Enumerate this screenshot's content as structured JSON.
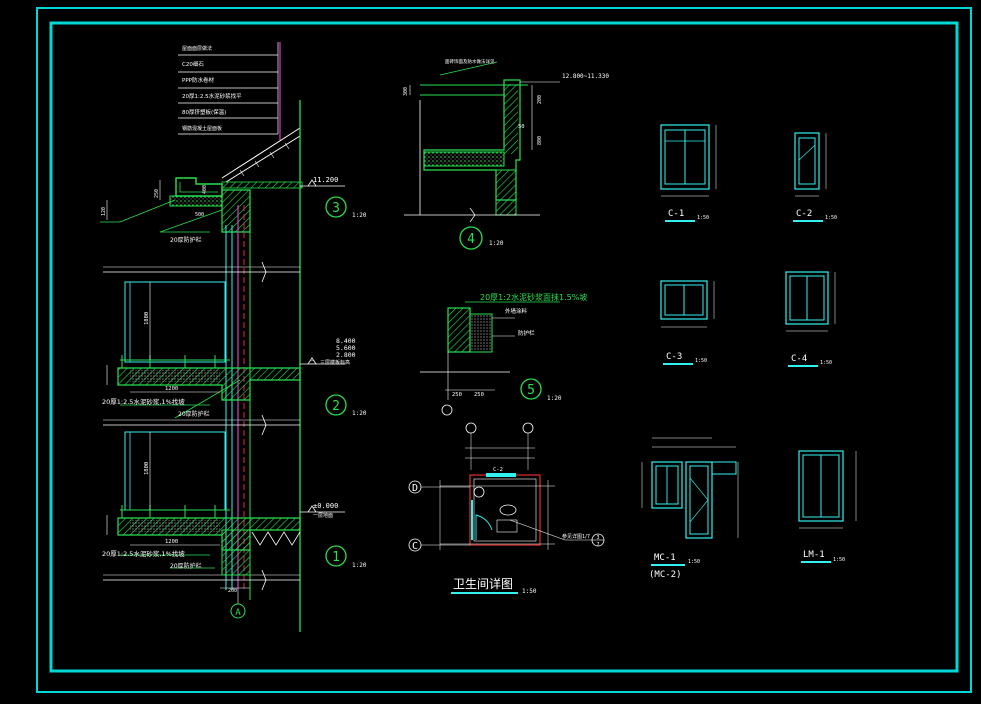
{
  "colors": {
    "frame": "#00d8d8",
    "wall": "#2adf4f",
    "white": "#ffffff",
    "cyan": "#33f0f0",
    "magenta": "#d040c0",
    "red": "#e03030",
    "yellow": "#e8e800",
    "hatch": "#1e9a3a"
  },
  "section": {
    "roof_notes": [
      "屋面面层做法",
      "C20细石",
      "PPP防水卷材",
      "20厚1:2.5水泥砂浆找平",
      "80厚挤塑板(保温)",
      "钢筋混凝土屋面板"
    ],
    "elev_roof": "11.200",
    "mark_3": "3",
    "scale_3": "1:20",
    "mark_2": "2",
    "scale_2": "1:20",
    "mark_1": "1",
    "scale_1": "1:20",
    "elev_mid": [
      "8.400",
      "5.600",
      "2.800"
    ],
    "elev_mid_note": "二、三层楼板标高",
    "elev_ground": "±0.000",
    "elev_ground_note": "一层地面",
    "note_20_a": "20厚防护栏",
    "note_mortar_2": "20厚1:2.5水泥砂浆,1%找坡",
    "note_20_b": "20厚防护栏",
    "note_mortar_1": "20厚1:2.5水泥砂浆,1%找坡",
    "note_20_c": "20厚防护栏",
    "dim_1200_a": "1200",
    "dim_1200_b": "1200",
    "dim_1800_a": "1800",
    "dim_1800_b": "1800",
    "dim_500": "500",
    "dim_250": "250",
    "dim_120": "120",
    "dim_400": "400",
    "dim_200": "200",
    "axis_a": "A"
  },
  "detail4": {
    "note": "面砖饰面及防水做法详见",
    "elev": "12.800~11.330",
    "dim_300": "300",
    "dim_200": "200",
    "dim_50": "50",
    "dim_800": "800",
    "mark": "4",
    "scale": "1:20"
  },
  "detail5": {
    "note1": "20厚1:2水泥砂浆面抹1.5%坡",
    "note2": "外墙涂料",
    "note3": "防护栏",
    "dim_250a": "250",
    "dim_250b": "250",
    "mark": "5",
    "scale": "1:20"
  },
  "bathroom": {
    "axis_d": "D",
    "axis_c": "C",
    "callout": "C-2",
    "note": "参见详图1/7",
    "index_top": "3",
    "index_bottom": "7",
    "title": "卫生间详图",
    "scale": "1:50"
  },
  "windows": [
    {
      "name": "C-1",
      "scale": "1:50"
    },
    {
      "name": "C-2",
      "scale": "1:50"
    },
    {
      "name": "C-3",
      "scale": "1:50"
    },
    {
      "name": "C-4",
      "scale": "1:50"
    },
    {
      "name": "MC-1",
      "scale": "1:50",
      "sub": "(MC-2)"
    },
    {
      "name": "LM-1",
      "scale": "1:50"
    }
  ]
}
